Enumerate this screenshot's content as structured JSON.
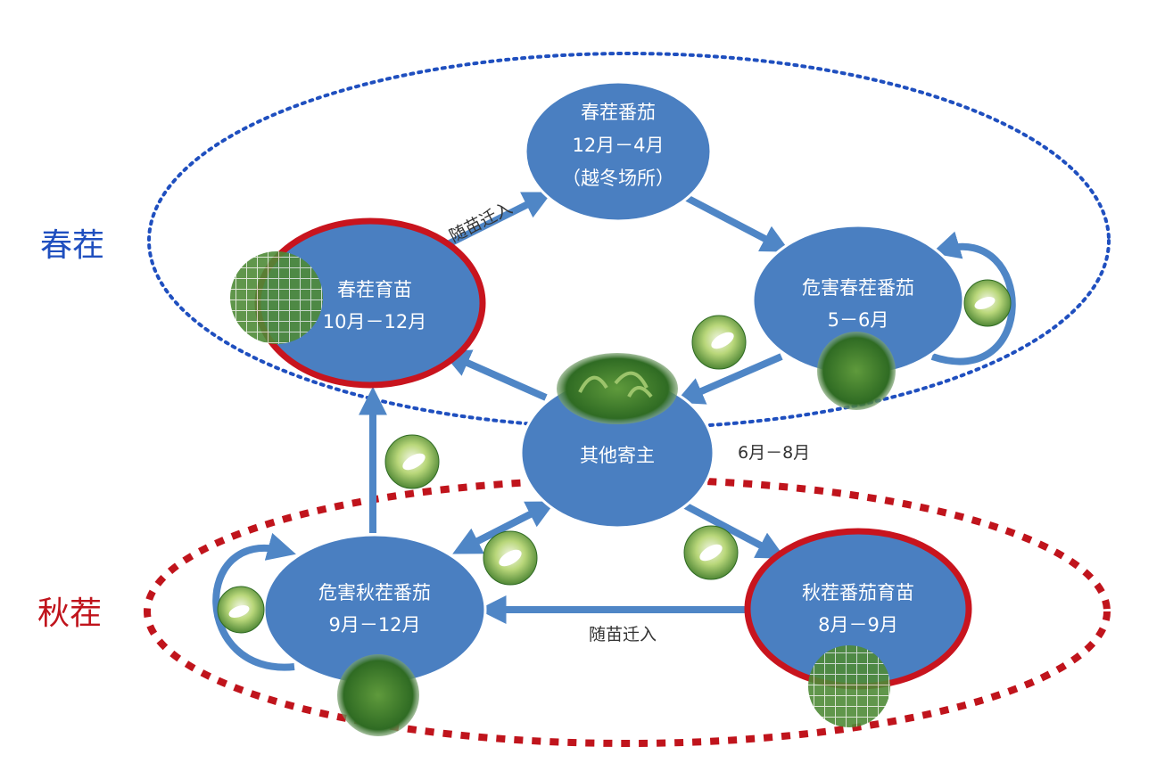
{
  "seasons": {
    "spring": {
      "label": "春茬",
      "color": "#1f4fbf"
    },
    "autumn": {
      "label": "秋茬",
      "color": "#c0141c"
    }
  },
  "nodes": {
    "spring_tomato": {
      "line1": "春茬番茄",
      "line2": "12月－4月",
      "line3": "（越冬场所）"
    },
    "spring_seedling": {
      "line1": "春茬育苗",
      "line2": "10月－12月"
    },
    "spring_damage": {
      "line1": "危害春茬番茄",
      "line2": "5－6月"
    },
    "other_hosts": {
      "line1": "其他寄主"
    },
    "autumn_damage": {
      "line1": "危害秋茬番茄",
      "line2": "9月－12月"
    },
    "autumn_seedling": {
      "line1": "秋茬番茄育苗",
      "line2": "8月－9月"
    }
  },
  "labels": {
    "migrate_top": "随苗迁入",
    "migrate_bottom": "随苗迁入",
    "other_hosts_period": "6月－8月"
  },
  "colors": {
    "node_fill": "#4a7fc1",
    "arrow": "#4f86c6",
    "highlight_ring": "#c8141e"
  }
}
